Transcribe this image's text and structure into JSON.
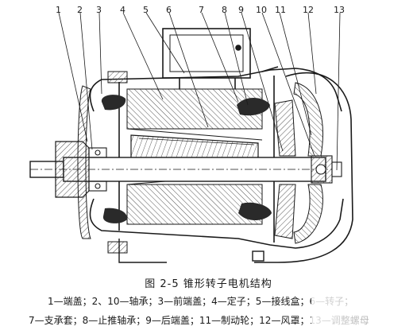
{
  "diagram": {
    "callouts": [
      "1",
      "2",
      "3",
      "4",
      "5",
      "6",
      "7",
      "8",
      "9",
      "10",
      "11",
      "12",
      "13"
    ]
  },
  "caption": {
    "title": "图 2-5   锥形转子电机结构",
    "legend_line1": [
      "1—端盖；2、10—轴承；3—前端盖；4—定子；5—接线盒；6—转子；"
    ],
    "legend_line2": [
      "7—支承套；8—止推轴承；9—后端盖；11—制动轮；12—风罩；13—调整螺母"
    ]
  },
  "colors": {
    "ink": "#1a1a1a",
    "hatch": "#555555",
    "winding": "#2a2a2a"
  }
}
